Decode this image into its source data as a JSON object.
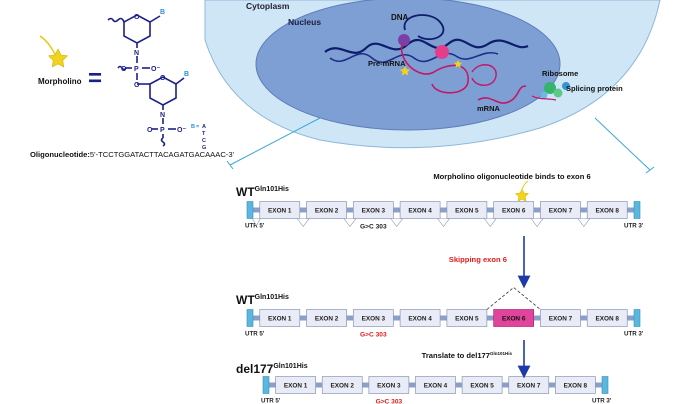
{
  "morpholino": {
    "label": "Morpholino",
    "equals": "=",
    "base_label": "B",
    "oxygen_label": "O",
    "o_minus_label": "O⁻",
    "phosphorus_label": "P",
    "nitrogen_label": "N",
    "base_sequence": [
      "A",
      "T",
      "C",
      "G"
    ],
    "oligo_label": "Oligonucleotide:",
    "oligo_sequence": "5'-TCCTGGATACTTACAGATGACAAAC-3'"
  },
  "cell": {
    "cytoplasm_label": "Cytoplasm",
    "nucleus_label": "Nucleus",
    "dna_label": "DNA",
    "premrna_label": "Pre-mRNA",
    "mrna_label": "mRNA",
    "ribosome_label": "Ribosome",
    "splicing_label": "Splicing protein"
  },
  "colors": {
    "cytoplasm": "#cfe6f6",
    "nucleus": "#7e9fd3",
    "chem": "#1c1f8a",
    "exon_fill": "#e9ecf6",
    "exon6_skipped": "#e0449c",
    "utr": "#5ab8e0",
    "intron": "#8aa0c8",
    "red_text": "#e21b1b",
    "arrow": "#1d3aa8"
  },
  "rows": [
    {
      "title_main": "WT",
      "title_sup": "Gln101His",
      "exons": [
        "EXON 1",
        "EXON 2",
        "EXON 3",
        "EXON 4",
        "EXON 5",
        "EXON 6",
        "EXON 7",
        "EXON 8"
      ],
      "utr_left": "UTR 5'",
      "utr_right": "UTR 3'",
      "mutation": "G>C 303",
      "mutation_red": false,
      "annotation": "Morpholino oligonucleotide binds to exon 6"
    },
    {
      "title_main": "WT",
      "title_sup": "Gln101His",
      "exons": [
        "EXON 1",
        "EXON 2",
        "EXON 3",
        "EXON 4",
        "EXON 5",
        "EXON 6",
        "EXON 7",
        "EXON 8"
      ],
      "utr_left": "UTR 5'",
      "utr_right": "UTR 3'",
      "mutation": "G>C 303",
      "mutation_red": true
    },
    {
      "title_main": "del177",
      "title_sup": "Gln101His",
      "exons": [
        "EXON 1",
        "EXON 2",
        "EXON 3",
        "EXON 4",
        "EXON 5",
        "EXON 7",
        "EXON 8"
      ],
      "utr_left": "UTR 5'",
      "utr_right": "UTR 3'",
      "mutation": "G>C 303",
      "mutation_red": true
    }
  ],
  "arrows": {
    "skipping_label": "Skipping exon 6",
    "translate_label": "Translate to del177",
    "translate_sup": "Gln101His"
  }
}
